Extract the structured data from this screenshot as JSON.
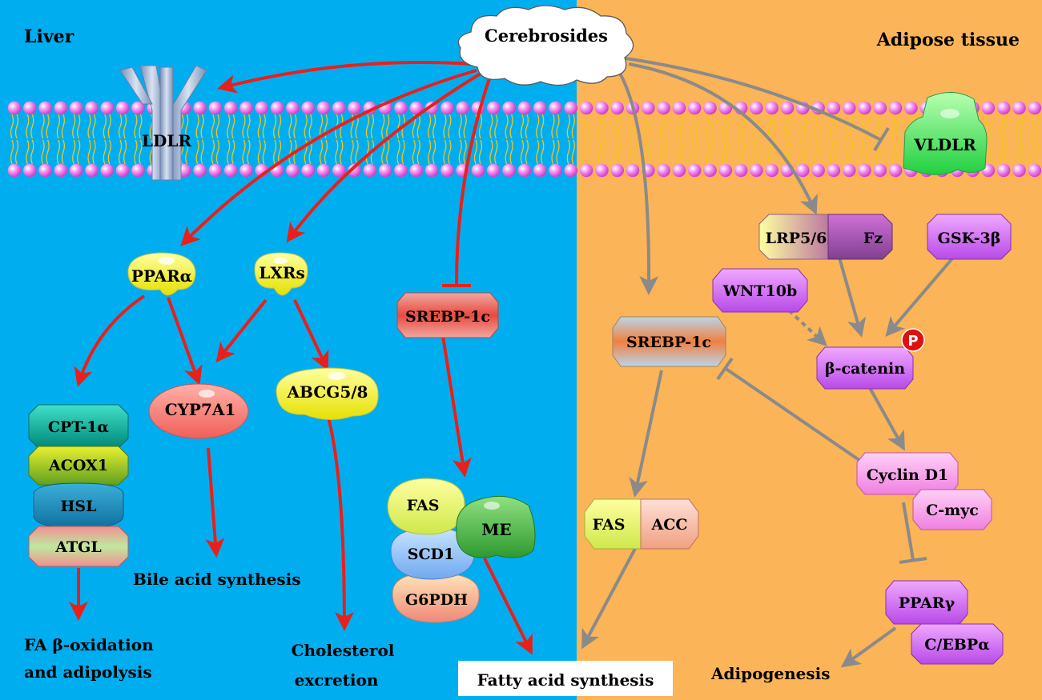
{
  "panels": {
    "liver": {
      "label": "Liver",
      "color": "#00AEEF"
    },
    "adipose": {
      "label": "Adipose tissue",
      "color": "#FBB457"
    }
  },
  "colors": {
    "liver_arrow": "#E8201B",
    "adipose_arrow": "#8A8A8A",
    "lipid_head": "#F06EE8",
    "lipid_tail": "#F5C518"
  },
  "center": {
    "label": "Cerebrosides"
  },
  "receptors": {
    "ldlr": {
      "label": "LDLR"
    },
    "vldlr": {
      "label": "VLDLR"
    }
  },
  "liver": {
    "ppara": "PPARα",
    "lxrs": "LXRs",
    "srebp": "SREBP-1c",
    "cyp7a1": "CYP7A1",
    "abcg": "ABCG5/8",
    "stack": [
      "CPT-1α",
      "ACOX1",
      "HSL",
      "ATGL"
    ],
    "fas": "FAS",
    "me": "ME",
    "scd1": "SCD1",
    "g6pdh": "G6PDH",
    "outcome_fa": [
      "FA β-oxidation",
      "and adipolysis"
    ],
    "outcome_bile": "Bile acid synthesis",
    "outcome_chol": [
      "Cholesterol",
      "excretion"
    ]
  },
  "shared": {
    "fatty_acid_synthesis": "Fatty acid synthesis"
  },
  "adipose": {
    "lrp": "LRP5/6",
    "fz": "Fz",
    "gsk": "GSK-3β",
    "wnt": "WNT10b",
    "srebp": "SREBP-1c",
    "catenin": "β-catenin",
    "p_badge": "P",
    "cyclin": "Cyclin D1",
    "cmyc": "C-myc",
    "fas": "FAS",
    "acc": "ACC",
    "pparg": "PPARγ",
    "cebp": "C/EBPα",
    "outcome": "Adipogenesis"
  }
}
